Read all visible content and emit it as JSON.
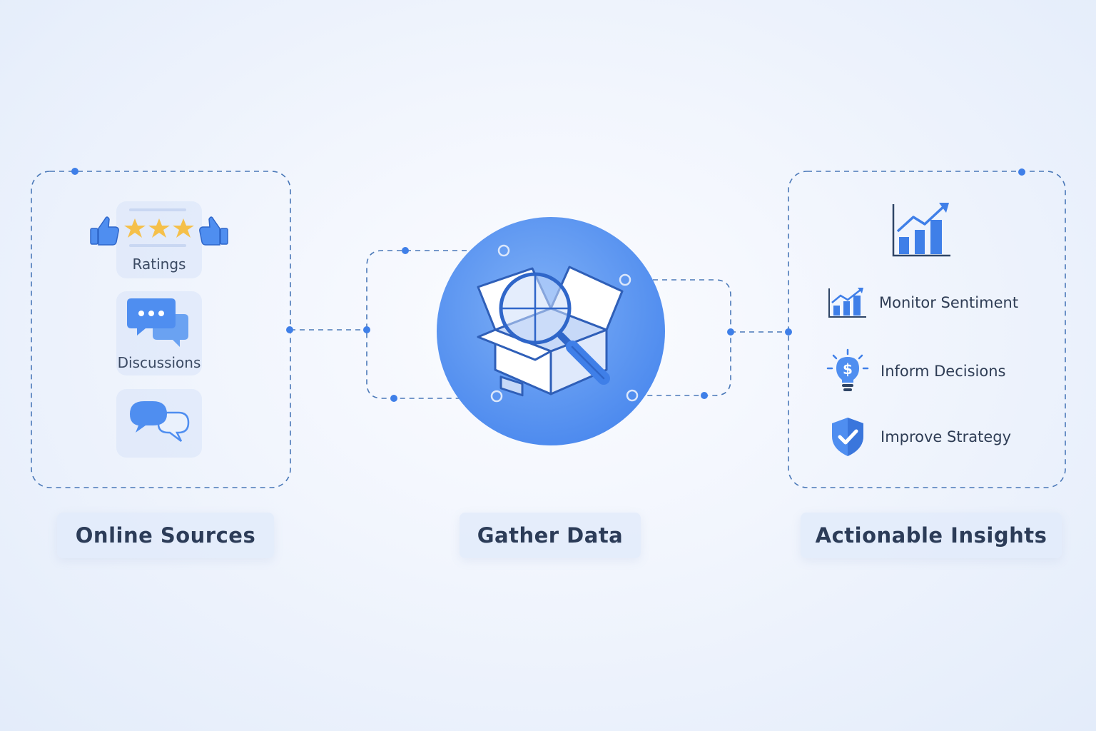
{
  "sources": {
    "title": "Online Sources",
    "items": [
      {
        "label": "Ratings",
        "icon": "rating-stars-thumbs-icon"
      },
      {
        "label": "Discussions",
        "icon": "speech-bubbles-icon"
      },
      {
        "label": "",
        "icon": "chat-bubbles-icon"
      }
    ]
  },
  "hub": {
    "title": "Gather Data",
    "icon": "box-magnifier-icon"
  },
  "insights": {
    "title": "Actionable Insights",
    "header_icon": "bar-chart-growth-icon",
    "items": [
      {
        "label": "Monitor Sentiment",
        "icon": "bar-chart-icon"
      },
      {
        "label": "Inform Decisions",
        "icon": "lightbulb-dollar-icon"
      },
      {
        "label": "Improve Strategy",
        "icon": "shield-check-icon"
      }
    ]
  },
  "colors": {
    "accent": "#4f8ef0",
    "hub_fill": "#5a97f2",
    "dashed_line": "#4a78b8",
    "text": "#2c3c58",
    "star": "#f5c04a"
  }
}
